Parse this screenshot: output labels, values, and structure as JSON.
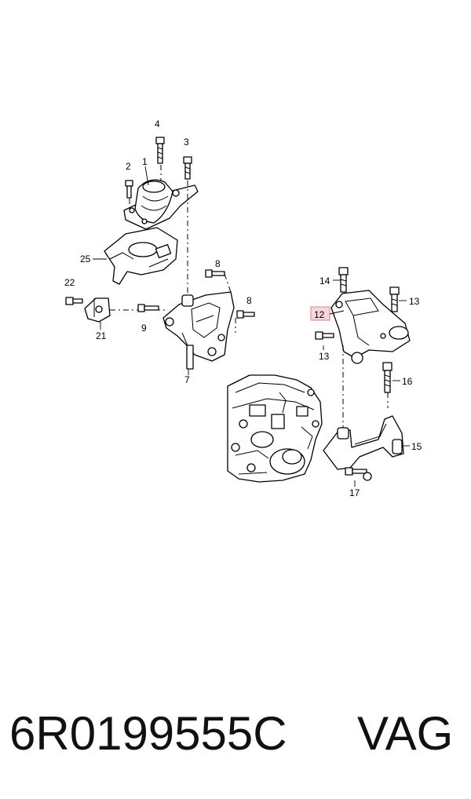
{
  "callouts": {
    "c1": "1",
    "c2": "2",
    "c3": "3",
    "c4": "4",
    "c7": "7",
    "c8a": "8",
    "c8b": "8",
    "c9": "9",
    "c12": "12",
    "c13a": "13",
    "c13b": "13",
    "c14": "14",
    "c15": "15",
    "c16": "16",
    "c17": "17",
    "c21": "21",
    "c22": "22",
    "c25": "25"
  },
  "highlight_color": "#f6d6dd",
  "part_number": "6R0199555C",
  "brand": "VAG"
}
